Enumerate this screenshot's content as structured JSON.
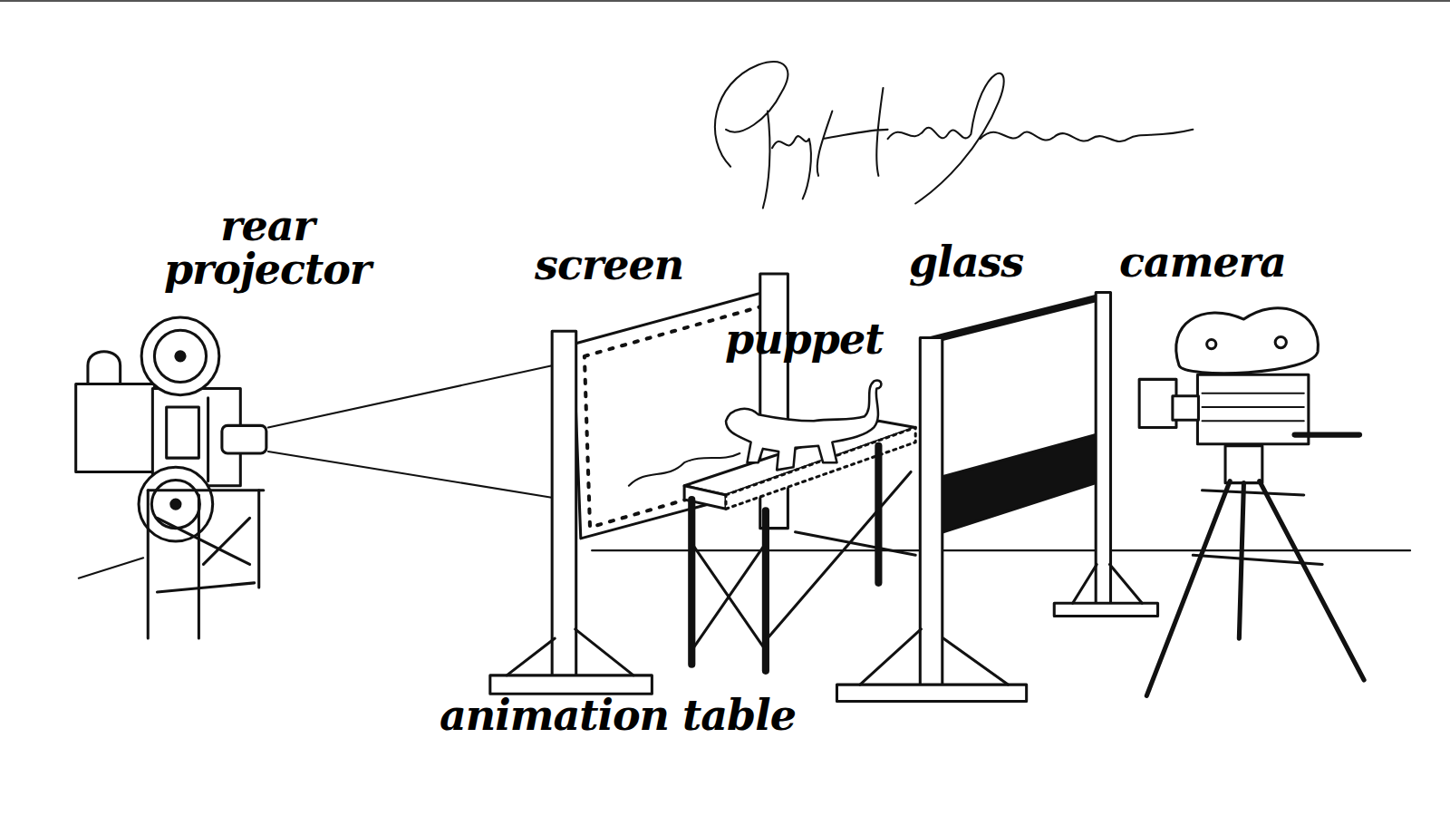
{
  "diagram": {
    "labels": [
      "rear projector",
      "screen",
      "puppet",
      "glass",
      "camera",
      "animation table"
    ]
  }
}
